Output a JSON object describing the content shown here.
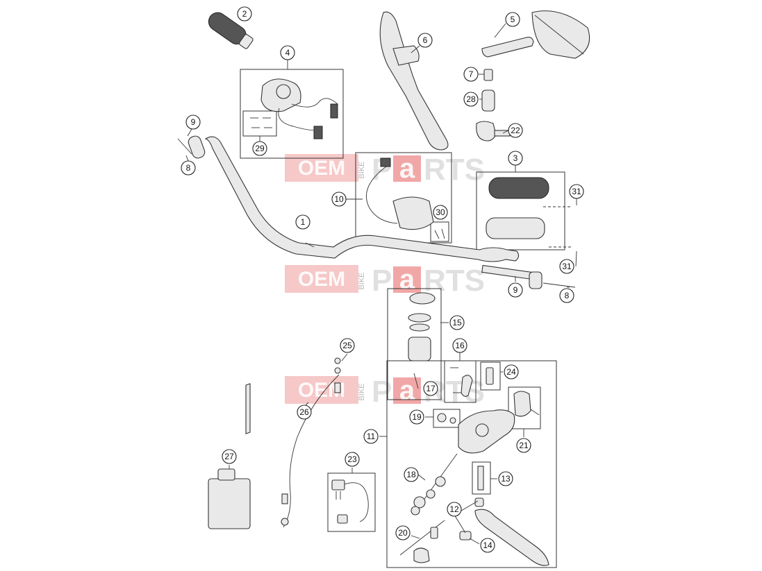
{
  "diagram": {
    "callouts": [
      {
        "id": "c2",
        "label": "2"
      },
      {
        "id": "c4",
        "label": "4"
      },
      {
        "id": "c29",
        "label": "29"
      },
      {
        "id": "c6",
        "label": "6"
      },
      {
        "id": "c5",
        "label": "5"
      },
      {
        "id": "c7",
        "label": "7"
      },
      {
        "id": "c28",
        "label": "28"
      },
      {
        "id": "c22",
        "label": "22"
      },
      {
        "id": "c9a",
        "label": "9"
      },
      {
        "id": "c8a",
        "label": "8"
      },
      {
        "id": "c3",
        "label": "3"
      },
      {
        "id": "c31a",
        "label": "31"
      },
      {
        "id": "c10",
        "label": "10"
      },
      {
        "id": "c30",
        "label": "30"
      },
      {
        "id": "c1",
        "label": "1"
      },
      {
        "id": "c31b",
        "label": "31"
      },
      {
        "id": "c9b",
        "label": "9"
      },
      {
        "id": "c8b",
        "label": "8"
      },
      {
        "id": "c15",
        "label": "15"
      },
      {
        "id": "c25",
        "label": "25"
      },
      {
        "id": "c16",
        "label": "16"
      },
      {
        "id": "c24",
        "label": "24"
      },
      {
        "id": "c17",
        "label": "17"
      },
      {
        "id": "c26",
        "label": "26"
      },
      {
        "id": "c19",
        "label": "19"
      },
      {
        "id": "c11",
        "label": "11"
      },
      {
        "id": "c21",
        "label": "21"
      },
      {
        "id": "c27",
        "label": "27"
      },
      {
        "id": "c23",
        "label": "23"
      },
      {
        "id": "c18",
        "label": "18"
      },
      {
        "id": "c13",
        "label": "13"
      },
      {
        "id": "c12",
        "label": "12"
      },
      {
        "id": "c20",
        "label": "20"
      },
      {
        "id": "c14",
        "label": "14"
      }
    ]
  },
  "watermark": {
    "oem": "OEM",
    "bike": "BIKE",
    "p": "P",
    "a": "a",
    "rts": "RTS"
  },
  "colors": {
    "watermark_red": "#e03b3b",
    "line": "#333333"
  }
}
